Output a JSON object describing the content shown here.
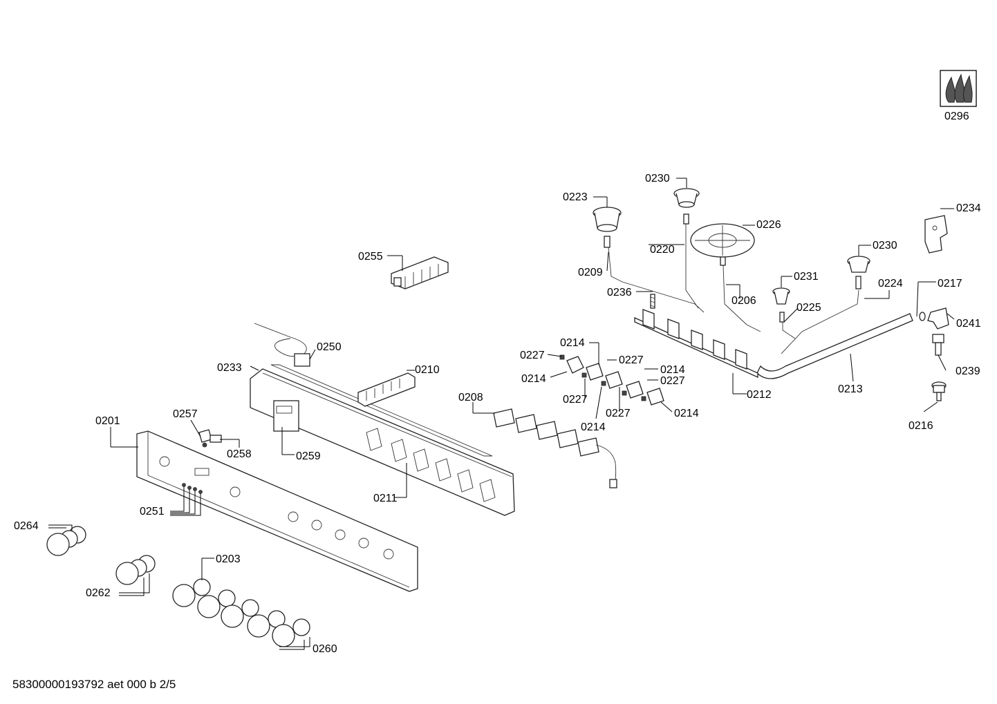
{
  "diagram": {
    "footer": "58300000193792 aet 000 b 2/5",
    "parts": {
      "p0296": "0296",
      "p0230a": "0230",
      "p0223": "0223",
      "p0226": "0226",
      "p0234": "0234",
      "p0220": "0220",
      "p0230b": "0230",
      "p0209": "0209",
      "p0231": "0231",
      "p0224": "0224",
      "p0217": "0217",
      "p0236": "0236",
      "p0206": "0206",
      "p0225": "0225",
      "p0241": "0241",
      "p0255": "0255",
      "p0250": "0250",
      "p0214a": "0214",
      "p0227a": "0227",
      "p0227b": "0227",
      "p0214b": "0214",
      "p0214c": "0214",
      "p0227c": "0227",
      "p0227d": "0227",
      "p0212": "0212",
      "p0213": "0213",
      "p0239": "0239",
      "p0233": "0233",
      "p0210": "0210",
      "p0208": "0208",
      "p0227e": "0227",
      "p0214d": "0214",
      "p0214e": "0214",
      "p0216": "0216",
      "p0201": "0201",
      "p0257": "0257",
      "p0258": "0258",
      "p0259": "0259",
      "p0211": "0211",
      "p0251": "0251",
      "p0264": "0264",
      "p0203": "0203",
      "p0262": "0262",
      "p0260": "0260"
    }
  }
}
